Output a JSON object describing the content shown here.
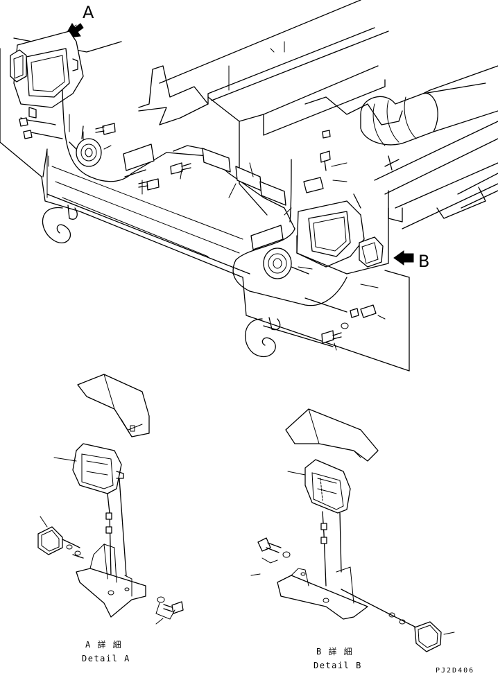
{
  "view_labels": {
    "a": "A",
    "b": "B"
  },
  "detail_a": {
    "jp": "A 詳 細",
    "en": "Detail A"
  },
  "detail_b": {
    "jp": "B 詳 細",
    "en": "Detail B"
  },
  "drawing_code": "PJ2D406"
}
